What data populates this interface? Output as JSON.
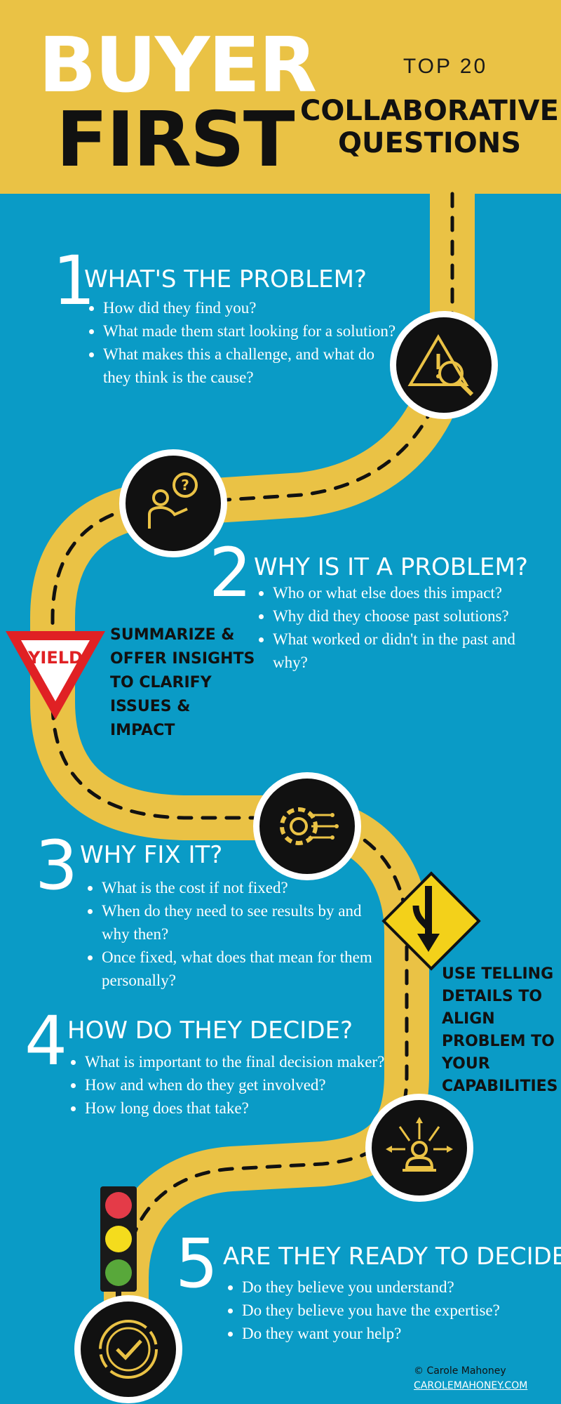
{
  "header": {
    "title_line1": "BUYER",
    "title_line2": "FIRST",
    "kicker": "TOP 20",
    "subtitle_line1": "COLLABORATIVE",
    "subtitle_line2": "QUESTIONS"
  },
  "sections": [
    {
      "number": "1",
      "heading": "WHAT'S THE PROBLEM?",
      "icon": "warning-magnifier-icon",
      "items": [
        "How did they find you?",
        "What made them start looking for a solution?",
        "What makes this a challenge, and what do they think is the cause?"
      ]
    },
    {
      "number": "2",
      "heading": "WHY IS IT A PROBLEM?",
      "icon": "person-question-icon",
      "items": [
        "Who or what else does this impact?",
        "Why did they choose past solutions?",
        "What worked or didn't in the past and why?"
      ]
    },
    {
      "number": "3",
      "heading": "WHY FIX IT?",
      "icon": "gear-circuit-icon",
      "items": [
        "What is the cost if not fixed?",
        "When do they need to see results by and why then?",
        "Once fixed, what does that mean for them personally?"
      ]
    },
    {
      "number": "4",
      "heading": "HOW DO THEY DECIDE?",
      "icon": "person-arrows-icon",
      "items": [
        "What is important to the final decision maker?",
        "How and when do they get involved?",
        "How long does that take?"
      ]
    },
    {
      "number": "5",
      "heading": "ARE THEY READY TO DECIDE?",
      "icon": "checkmark-circle-icon",
      "items": [
        "Do they believe you understand?",
        "Do they believe you have the expertise?",
        "Do they want your help?"
      ]
    }
  ],
  "signs": {
    "yield_label": "YIELD",
    "yield_note": [
      "SUMMARIZE &",
      "OFFER INSIGHTS",
      "TO CLARIFY",
      "ISSUES &",
      "IMPACT"
    ],
    "merge_note": [
      "USE TELLING",
      "DETAILS TO",
      "ALIGN",
      "PROBLEM TO",
      "YOUR",
      "CAPABILITIES"
    ]
  },
  "footer": {
    "copyright": "© Carole Mahoney",
    "site": "CAROLEMAHONEY.COM"
  },
  "colors": {
    "background": "#0a9bc6",
    "header": "#eac245",
    "road": "#eac245",
    "yield_red": "#e02124",
    "sign_yellow": "#f3d11a"
  }
}
